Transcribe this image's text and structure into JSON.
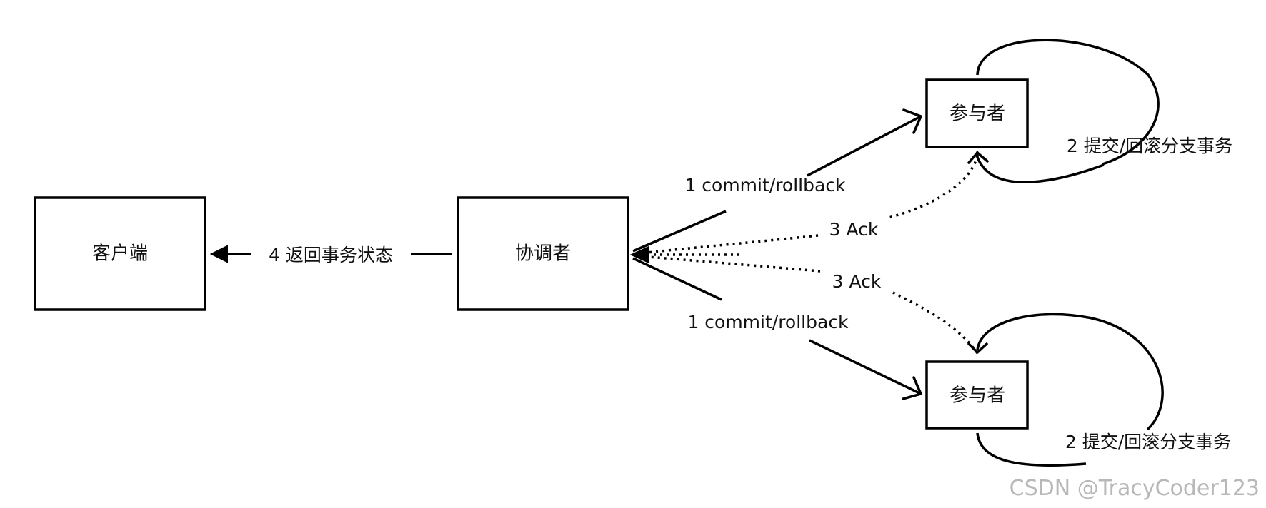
{
  "nodes": {
    "client": "客户端",
    "coordinator": "协调者",
    "participant_top": "参与者",
    "participant_bottom": "参与者"
  },
  "edges": {
    "commit_top": "1 commit/rollback",
    "commit_bottom": "1 commit/rollback",
    "self_loop_top": "2 提交/回滚分支事务",
    "self_loop_bottom": "2 提交/回滚分支事务",
    "ack_top": "3 Ack",
    "ack_bottom": "3 Ack",
    "return_status": "4 返回事务状态"
  },
  "watermark": "CSDN @TracyCoder123"
}
